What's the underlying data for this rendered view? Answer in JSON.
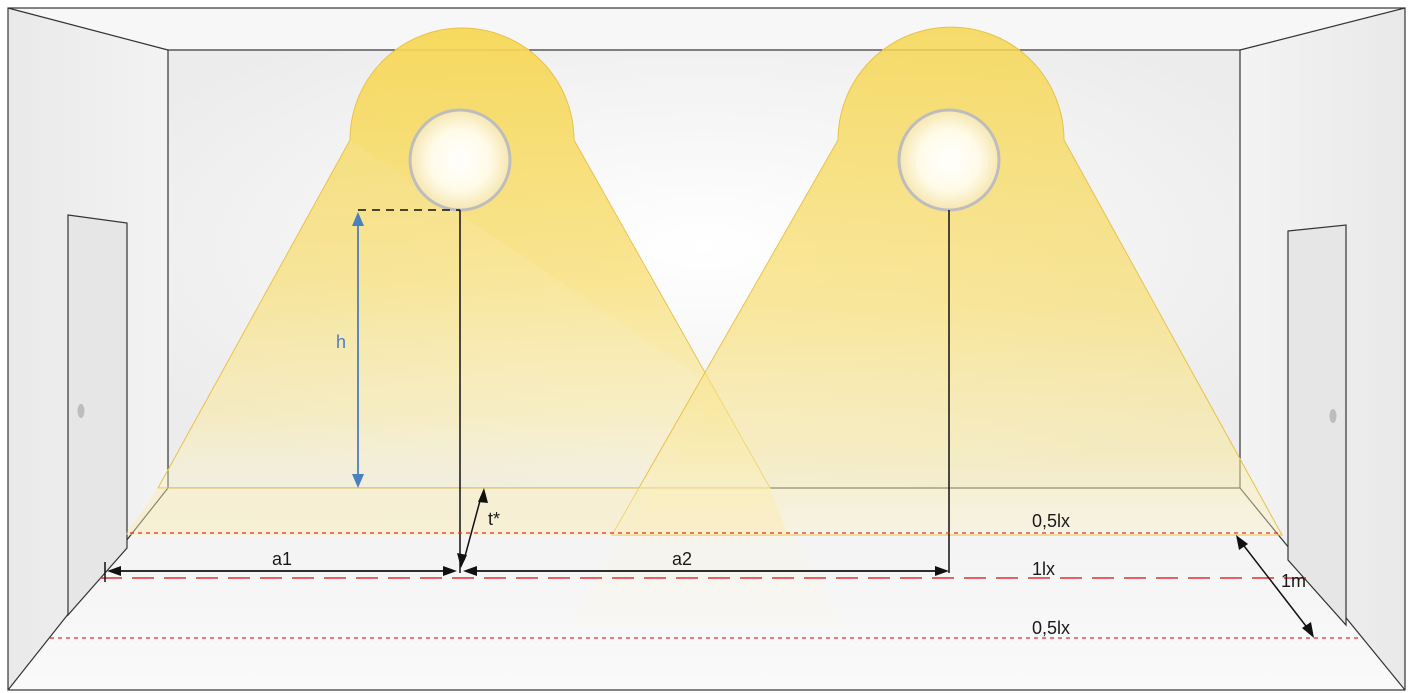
{
  "labels": {
    "height": "h",
    "tolerance": "t*",
    "spacing_1": "a1",
    "spacing_2": "a2",
    "distance": "1m",
    "illuminance_upper": "0,5lx",
    "illuminance_center": "1lx",
    "illuminance_lower": "0,5lx"
  },
  "colors": {
    "light_cone": "#f5d55a",
    "dimension_blue": "#4a7fc0",
    "illuminance_line_red": "#e03030",
    "wall_gray": "#ececec",
    "door_gray": "#e4e4e4"
  },
  "luminaires": [
    "ceiling-lamp-left",
    "ceiling-lamp-right"
  ]
}
